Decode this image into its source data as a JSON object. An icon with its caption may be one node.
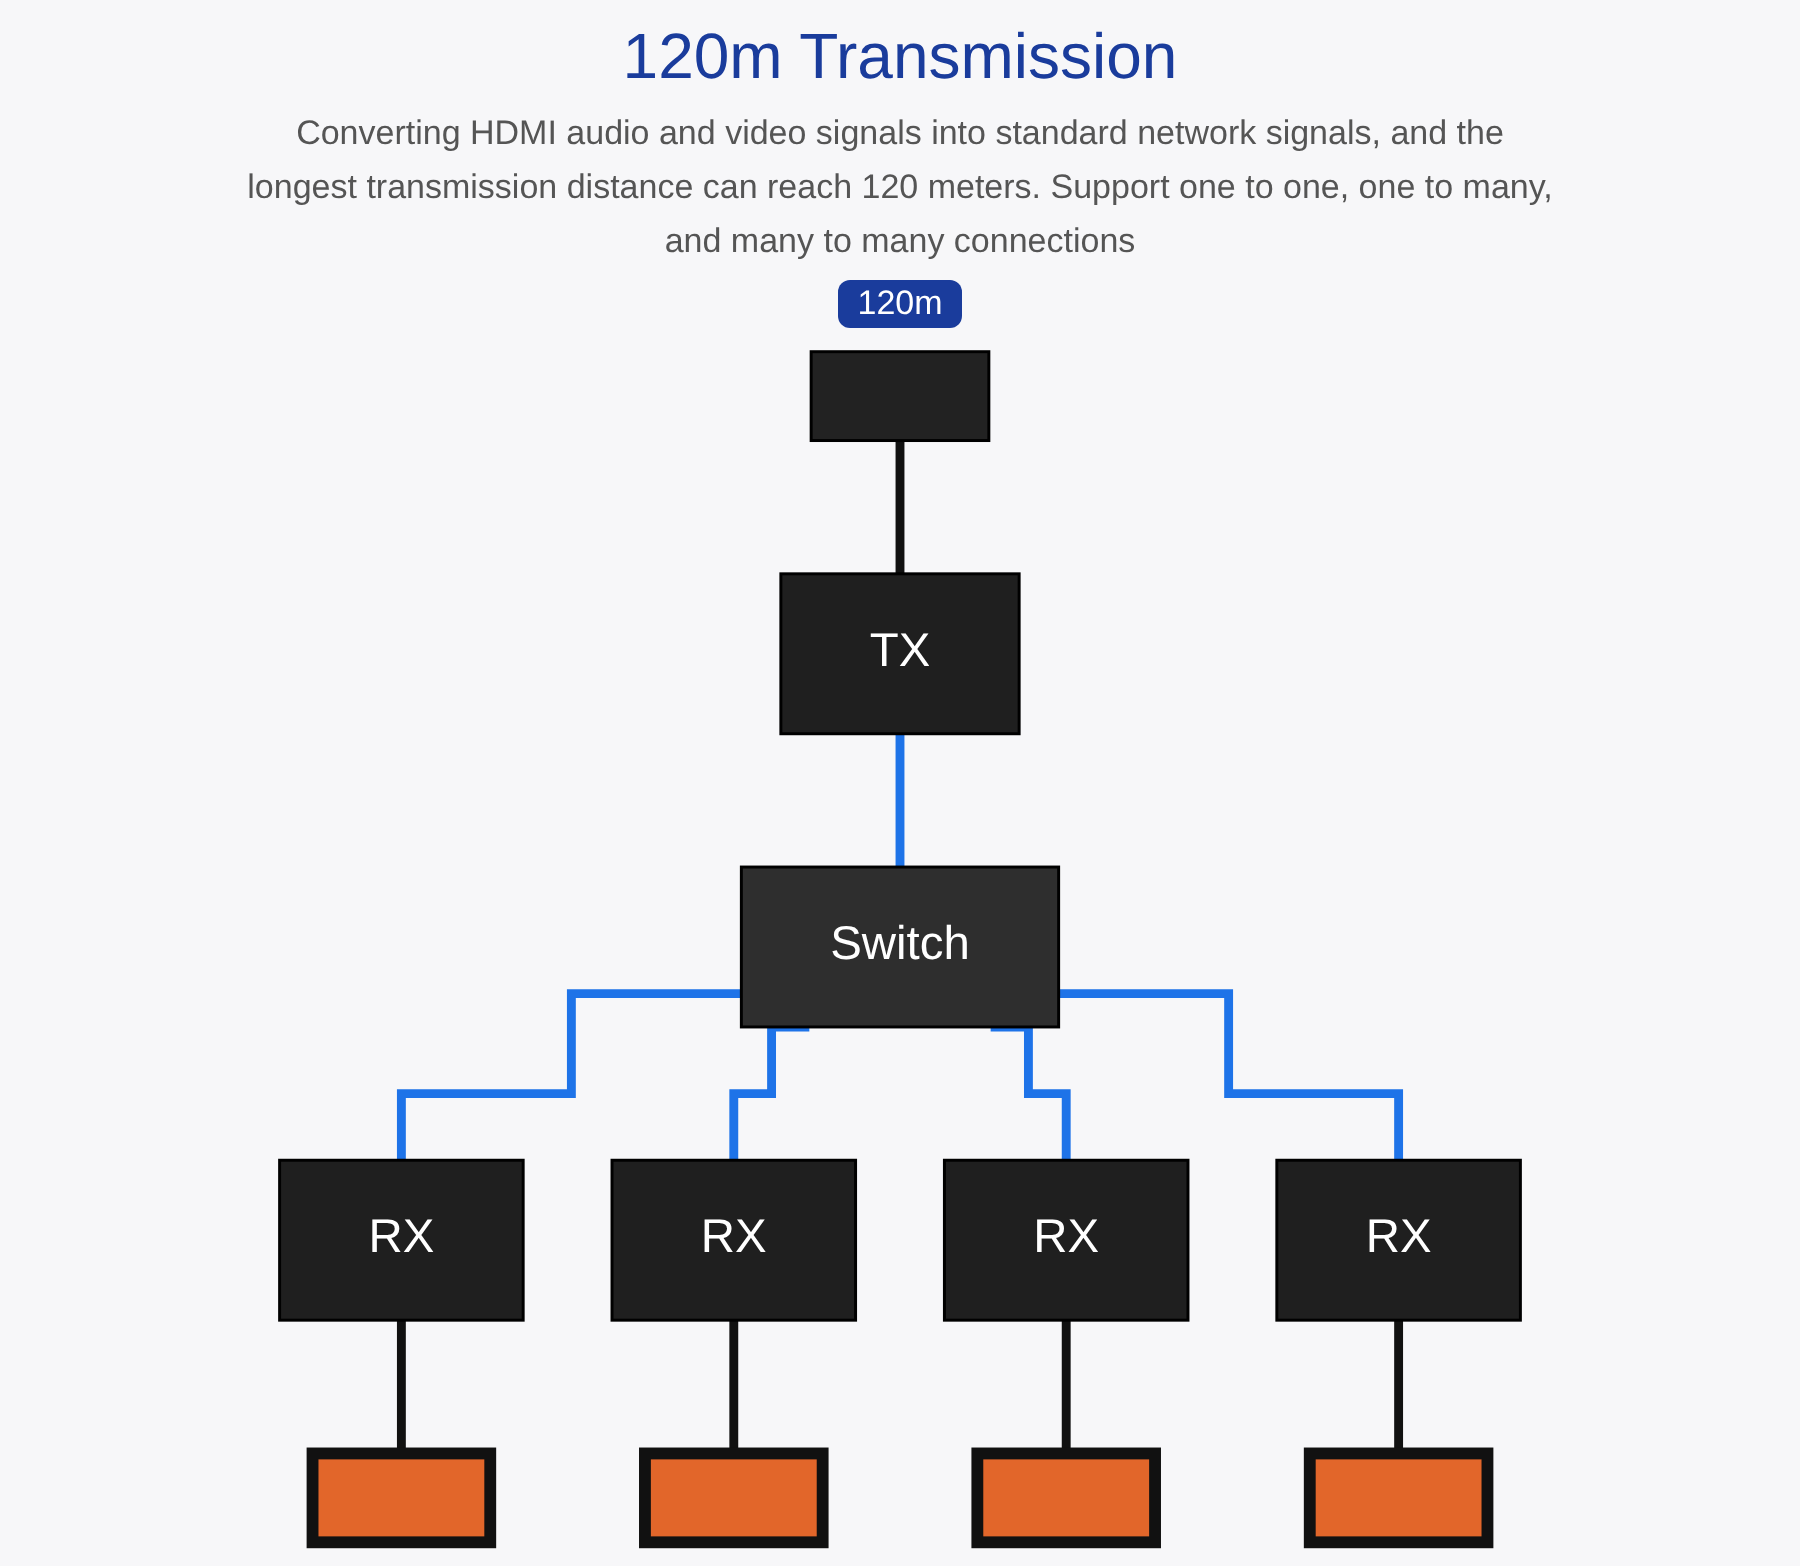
{
  "diagram": {
    "title": "120m Transmission",
    "nodes": [
      {
        "text": [],
        "shape": "box"
      },
      {
        "text": [
          "TX"
        ]
      },
      {
        "text": [
          "Switch"
        ]
      },
      {
        "text": [
          "RX"
        ]
      },
      {
        "text": [
          "RX"
        ]
      },
      {
        "text": [
          "RX"
        ]
      },
      {
        "text": [
          "RX"
        ]
      },
      {
        "text": [],
        "shape": "box"
      },
      {
        "text": [],
        "shape": "box"
      },
      {
        "text": [],
        "shape": "box"
      },
      {
        "text": [],
        "shape": "box"
      }
    ],
    "edges": [
      {
        "from": 0,
        "to": 1,
        "arrow": "none"
      },
      {
        "from": 1,
        "to": 2,
        "arrow": "none",
        "color": "#1e73e8"
      },
      {
        "from": 2,
        "to": 3,
        "arrow": "none",
        "color": "#1e73e8"
      },
      {
        "from": 2,
        "to": 4,
        "arrow": "none",
        "color": "#1e73e8"
      },
      {
        "from": 2,
        "to": 5,
        "arrow": "none",
        "color": "#1e73e8"
      },
      {
        "from": 2,
        "to": 6,
        "arrow": "none",
        "color": "#1e73e8"
      },
      {
        "from": 3,
        "to": 7,
        "arrow": "none"
      },
      {
        "from": 4,
        "to": 8,
        "arrow": "none"
      },
      {
        "from": 5,
        "to": 9,
        "arrow": "none"
      },
      {
        "from": 6,
        "to": 10,
        "arrow": "none"
      }
    ],
    "labels": [
      "Converting HDMI audio and video signals into standard network signals, and the longest transmission distance can reach 120 meters. Support one to one, one to many, and many to many connections",
      "120m"
    ]
  }
}
